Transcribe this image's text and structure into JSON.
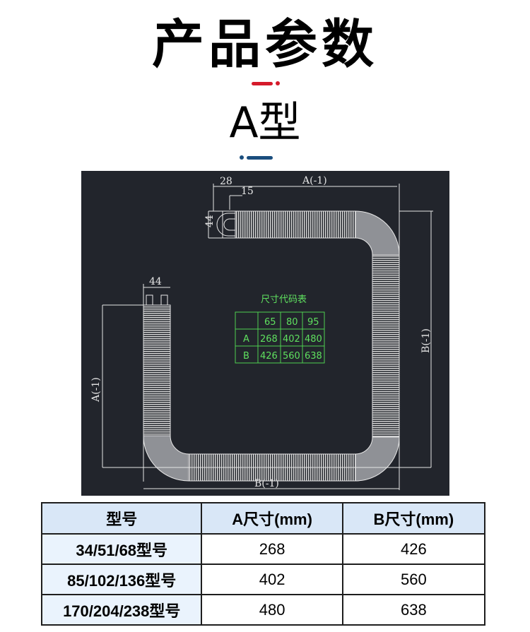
{
  "header": {
    "title": "产品参数",
    "subtitle": "A型",
    "accent_red": "#d51a2a",
    "accent_blue": "#1b4e7e"
  },
  "drawing": {
    "background": "#22252c",
    "dimensions": {
      "top_width_label": "A(-1)",
      "top_offset_28": "28",
      "top_offset_15": "15",
      "end_height_44": "44",
      "left_end_width_44": "44",
      "left_height_label": "A(-1)",
      "right_height_label": "B(-1)",
      "bottom_width_label": "B(-1)"
    },
    "code_table": {
      "title": "尺寸代码表",
      "header": [
        "",
        "65",
        "80",
        "95"
      ],
      "rows": [
        [
          "A",
          "268",
          "402",
          "480"
        ],
        [
          "B",
          "426",
          "560",
          "638"
        ]
      ]
    }
  },
  "spec_table": {
    "columns": [
      "型号",
      "A尺寸(mm)",
      "B尺寸(mm)"
    ],
    "rows": [
      {
        "model": "34/51/68型号",
        "a": "268",
        "b": "426"
      },
      {
        "model": "85/102/136型号",
        "a": "402",
        "b": "560"
      },
      {
        "model": "170/204/238型号",
        "a": "480",
        "b": "638"
      }
    ]
  }
}
